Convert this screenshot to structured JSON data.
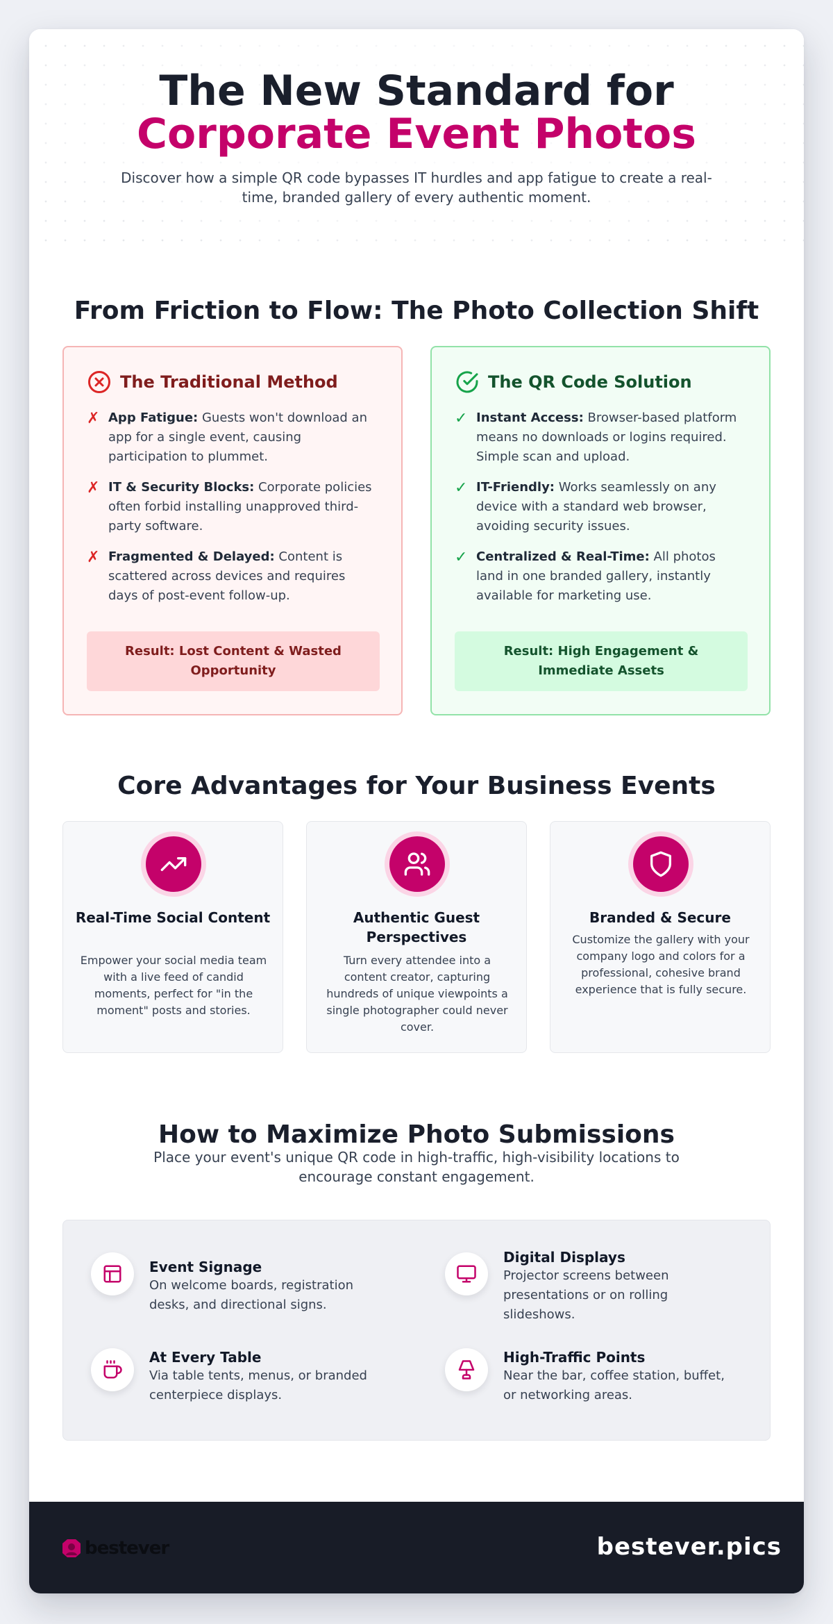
{
  "colors": {
    "accent": "#c4026a",
    "dark": "#1a1f2c",
    "bad_border": "#f5b5b5",
    "good_border": "#92e2a8",
    "footer_bg": "#181c27"
  },
  "hero": {
    "title_line1": "The New Standard for",
    "title_line2": "Corporate Event Photos",
    "subtitle": "Discover how a simple QR code bypasses IT hurdles and app fatigue to create a real-time, branded gallery of every authentic moment."
  },
  "comparison": {
    "title": "From Friction to Flow: The Photo Collection Shift",
    "traditional": {
      "icon": "x-circle-icon",
      "heading": "The Traditional Method",
      "mark": "✗",
      "items": [
        {
          "lead": "App Fatigue:",
          "text": " Guests won't download an app for a single event, causing participation to plummet."
        },
        {
          "lead": "IT & Security Blocks:",
          "text": " Corporate policies often forbid installing unapproved third-party software."
        },
        {
          "lead": "Fragmented & Delayed:",
          "text": " Content is scattered across devices and requires days of post-event follow-up."
        }
      ],
      "result": "Result: Lost Content & Wasted Opportunity"
    },
    "qr": {
      "icon": "check-circle-icon",
      "heading": "The QR Code Solution",
      "mark": "✓",
      "items": [
        {
          "lead": "Instant Access:",
          "text": " Browser-based platform means no downloads or logins required. Simple scan and upload."
        },
        {
          "lead": "IT-Friendly:",
          "text": " Works seamlessly on any device with a standard web browser, avoiding security issues."
        },
        {
          "lead": "Centralized & Real-Time:",
          "text": " All photos land in one branded gallery, instantly available for marketing use."
        }
      ],
      "result": "Result: High Engagement & Immediate Assets"
    }
  },
  "advantages": {
    "title": "Core Advantages for Your Business Events",
    "items": [
      {
        "icon": "trending-up-icon",
        "title": "Real-Time Social Content",
        "desc": "Empower your social media team with a live feed of candid moments, perfect for \"in the moment\" posts and stories."
      },
      {
        "icon": "users-icon",
        "title": "Authentic Guest Perspectives",
        "desc": "Turn every attendee into a content creator, capturing hundreds of unique viewpoints a single photographer could never cover."
      },
      {
        "icon": "shield-icon",
        "title": "Branded & Secure",
        "desc": "Customize the gallery with your company logo and colors for a professional, cohesive brand experience that is fully secure."
      }
    ]
  },
  "maximize": {
    "title": "How to Maximize Photo Submissions",
    "subtitle": "Place your event's unique QR code in high-traffic, high-visibility locations to encourage constant engagement.",
    "items": [
      {
        "icon": "signage-icon",
        "title": "Event Signage",
        "desc": "On welcome boards, registration desks, and directional signs."
      },
      {
        "icon": "monitor-icon",
        "title": "Digital Displays",
        "desc": "Projector screens between presentations or on rolling slideshows."
      },
      {
        "icon": "coffee-cup-icon",
        "title": "At Every Table",
        "desc": "Via table tents, menus, or branded centerpiece displays."
      },
      {
        "icon": "lamp-icon",
        "title": "High-Traffic Points",
        "desc": "Near the bar, coffee station, buffet, or networking areas."
      }
    ]
  },
  "footer": {
    "logo_text": "bestever",
    "url": "bestever.pics"
  }
}
